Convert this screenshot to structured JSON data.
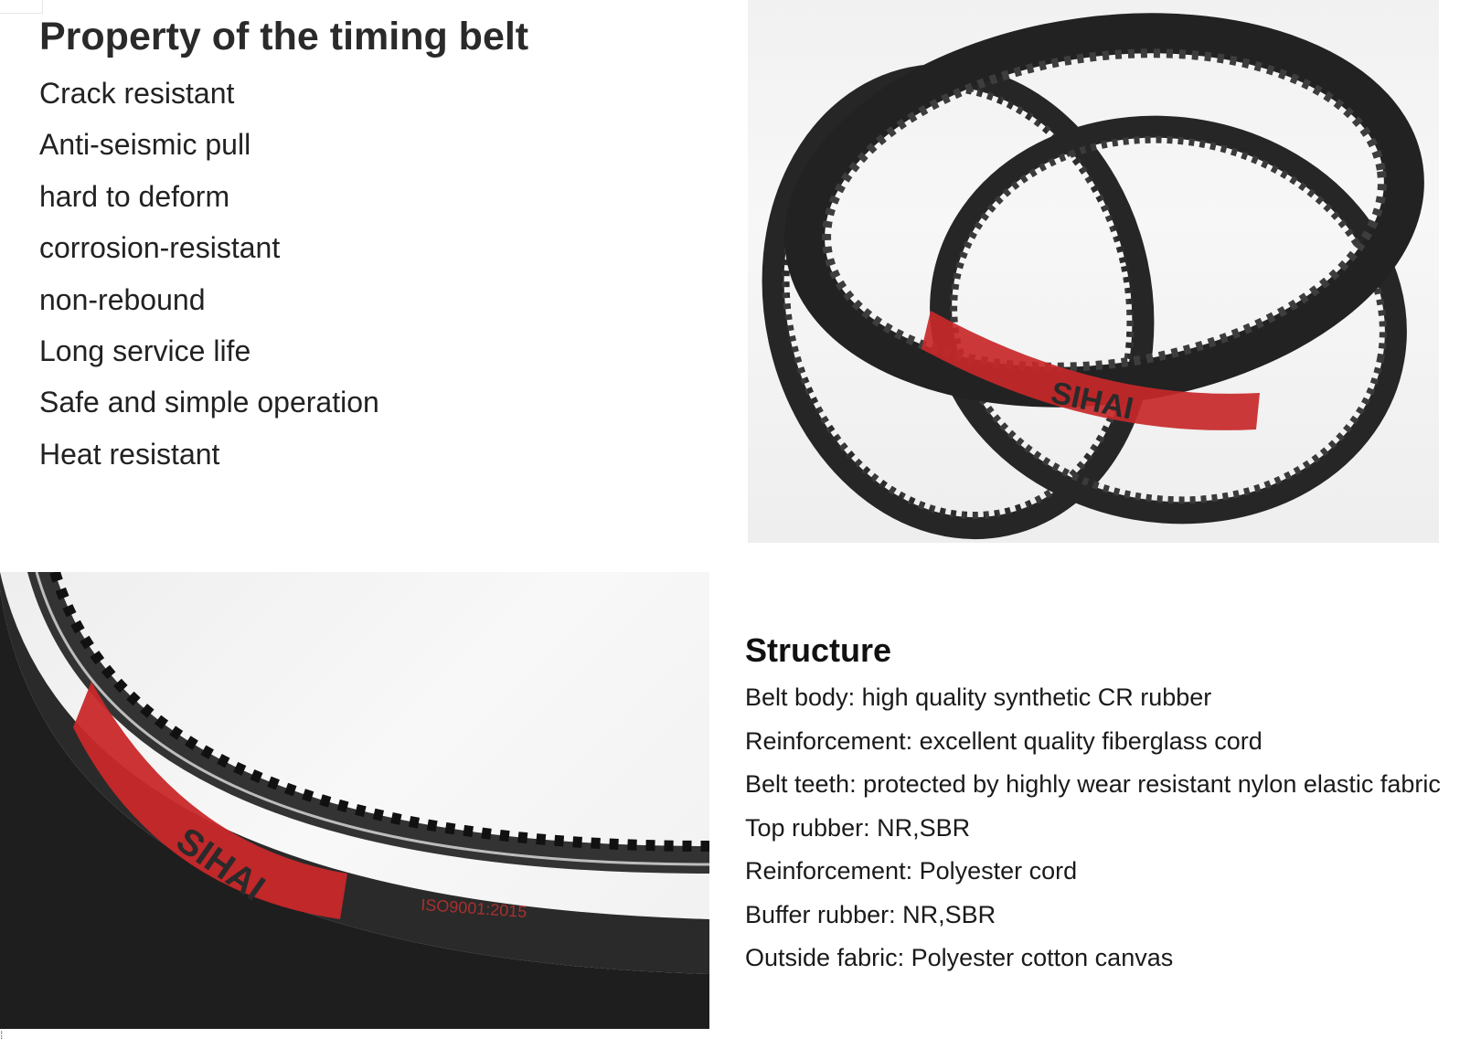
{
  "property": {
    "title": "Property of the timing belt",
    "items": [
      "Crack resistant",
      "Anti-seismic pull",
      "hard to deform",
      "corrosion-resistant",
      "non-rebound",
      "Long service life",
      "Safe and simple operation",
      "Heat resistant"
    ]
  },
  "photos": {
    "top_brand_text": "SIHAI",
    "bottom_brand_text": "SIHAI",
    "bottom_cert_text": "ISO9001:2015"
  },
  "structure": {
    "title": "Structure",
    "items": [
      "Belt body: high quality synthetic CR rubber",
      "Reinforcement: excellent quality fiberglass cord",
      "Belt teeth: protected by highly wear resistant nylon elastic fabric",
      "Top rubber: NR,SBR",
      "Reinforcement: Polyester cord",
      "Buffer rubber: NR,SBR",
      "Outside fabric: Polyester cotton canvas"
    ]
  },
  "colors": {
    "belt": "#2b2b2b",
    "label_red": "#c8282a",
    "background": "#ffffff"
  }
}
